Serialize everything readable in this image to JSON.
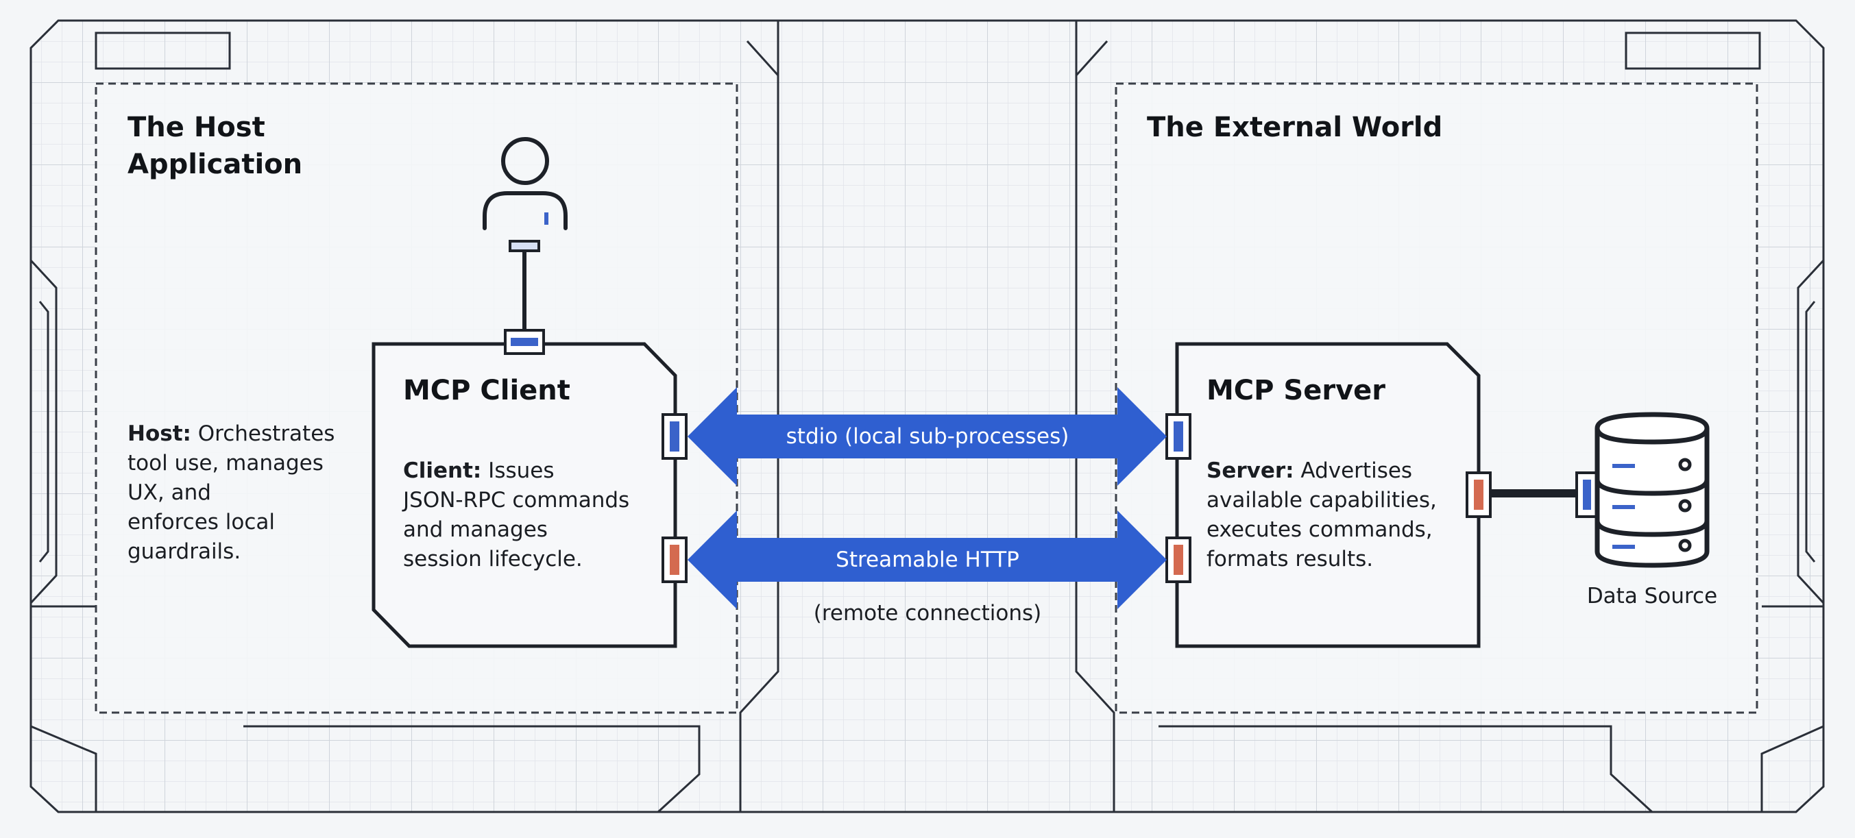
{
  "host": {
    "title_line1": "The Host",
    "title_line2": "Application",
    "desc_label": "Host:",
    "desc_line1": "Orchestrates",
    "desc_line2": "tool use, manages",
    "desc_line3": "UX, and",
    "desc_line4": "enforces local",
    "desc_line5": "guardrails."
  },
  "client": {
    "title": "MCP Client",
    "desc_label": "Client:",
    "desc_line1": "Issues",
    "desc_line2": "JSON-RPC commands",
    "desc_line3": "and manages",
    "desc_line4": "session lifecycle."
  },
  "external": {
    "title": "The External World"
  },
  "server": {
    "title": "MCP Server",
    "desc_label": "Server:",
    "desc_line1": "Advertises",
    "desc_line2": "available capabilities,",
    "desc_line3": "executes commands,",
    "desc_line4": "formats results."
  },
  "transports": {
    "stdio": "stdio (local sub-processes)",
    "http": "Streamable HTTP",
    "http_note": "(remote connections)"
  },
  "datasource": {
    "label": "Data Source"
  },
  "icons": {
    "user": "user-icon",
    "database": "database-icon"
  },
  "colors": {
    "arrow_blue": "#2f5fd0",
    "port_blue": "#3b63c9",
    "port_orange": "#d46a50",
    "outline": "#1d2128",
    "grid": "#d9dde3",
    "background": "#f4f6f8"
  }
}
